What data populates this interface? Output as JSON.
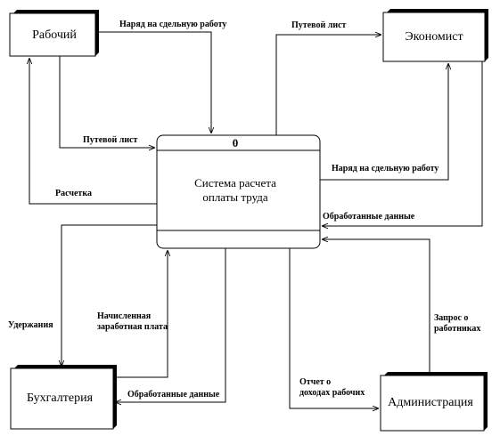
{
  "entities": {
    "worker": "Рабочий",
    "economist": "Экономист",
    "accounting": "Бухгалтерия",
    "administration": "Администрация"
  },
  "process": {
    "number": "0",
    "title_line1": "Система расчета",
    "title_line2": "оплаты труда"
  },
  "flows": {
    "work_order_worker": "Наряд на сдельную работу",
    "waybill_top": "Путевой лист",
    "waybill_worker": "Путевой лист",
    "work_order_economist": "Наряд на сдельную работу",
    "payslip": "Расчетка",
    "processed_data_economist": "Обработанные данные",
    "deductions": "Удержания",
    "accrued_line1": "Начисленная",
    "accrued_line2": "заработная плата",
    "request_line1": "Запрос о",
    "request_line2": "работниках",
    "report_line1": "Отчет о",
    "report_line2": "доходах рабочих",
    "processed_data_accounting": "Обработанные данные"
  }
}
